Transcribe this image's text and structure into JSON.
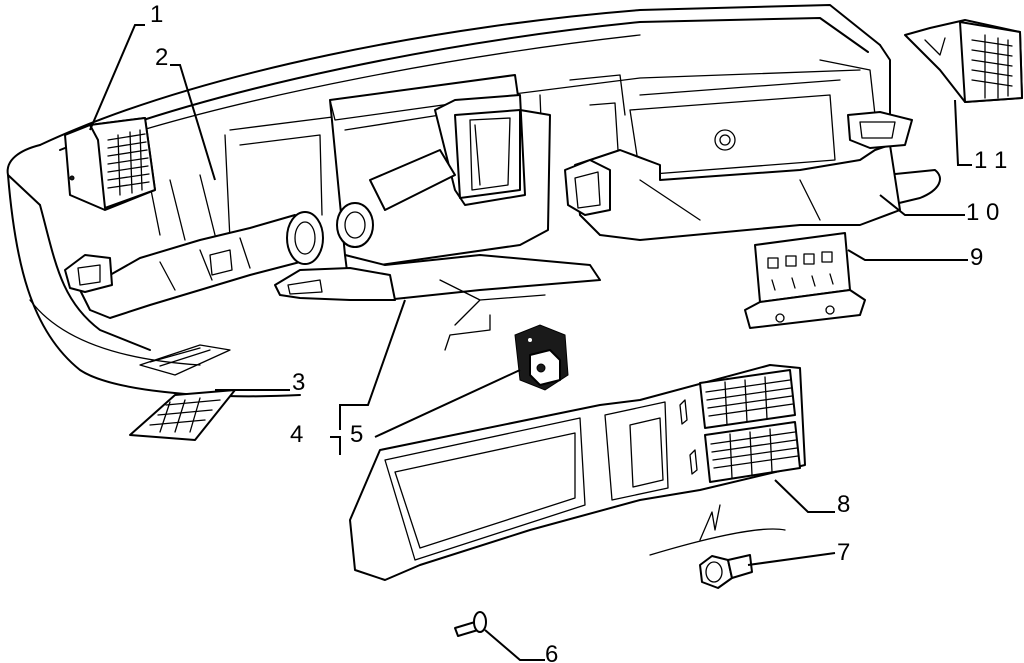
{
  "callouts": {
    "c1": "1",
    "c2": "2",
    "c3": "3",
    "c4": "4",
    "c5": "5",
    "c6": "6",
    "c7": "7",
    "c8": "8",
    "c9": "9",
    "c10": "1 0",
    "c11": "1 1"
  }
}
